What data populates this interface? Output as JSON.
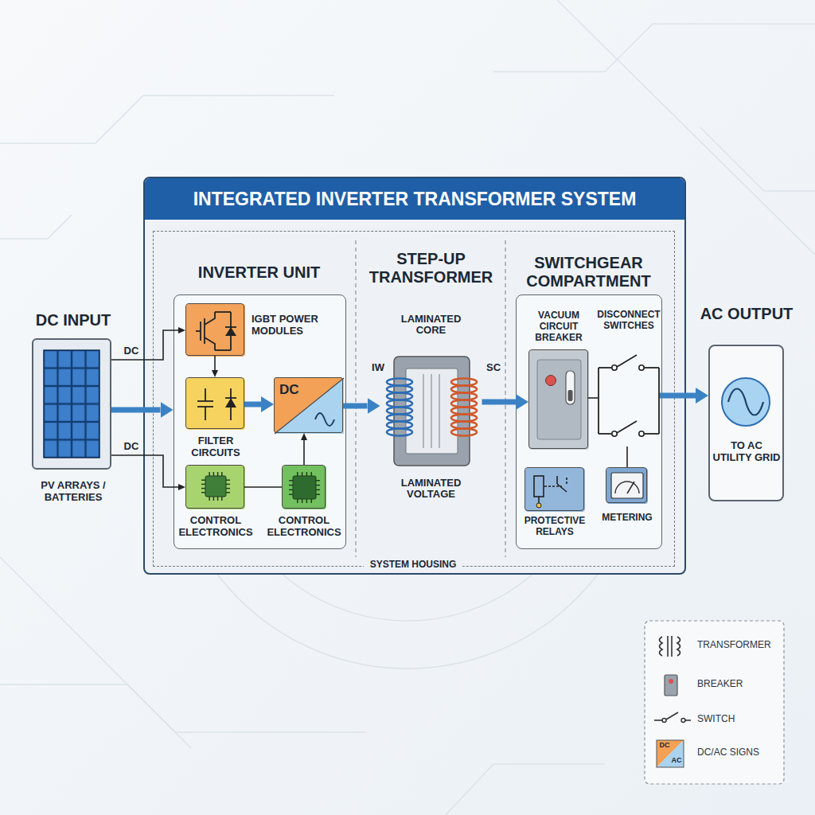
{
  "diagram": {
    "nodes": [
      {
        "text": [
          "DC INPUT",
          "PV ARRAYS / BATTERIES"
        ]
      },
      {
        "text": [
          "INTEGRATED INVERTER TRANSFORMER SYSTEM"
        ]
      },
      {
        "text": [
          "SYSTEM HOUSING"
        ],
        "in": 1
      },
      {
        "text": [
          "INVERTER UNIT"
        ],
        "in": 2
      },
      {
        "text": [
          "IGBT POWER MODULES"
        ],
        "in": 3
      },
      {
        "text": [
          "FILTER CIRCUITS"
        ],
        "in": 3
      },
      {
        "text": [
          "DC"
        ],
        "in": 3
      },
      {
        "text": [
          "CONTROL ELECTRONICS"
        ],
        "in": 3
      },
      {
        "text": [
          "CONTROL ELECTRONICS"
        ],
        "in": 3
      },
      {
        "text": [
          "STEP-UP TRANSFORMER",
          "LAMINATED CORE",
          "LAMINATED VOLTAGE"
        ],
        "in": 2
      },
      {
        "text": [
          "SWITCHGEAR COMPARTMENT"
        ],
        "in": 2
      },
      {
        "text": [
          "VACUUM CIRCUIT BREAKER"
        ],
        "in": 10
      },
      {
        "text": [
          "DISCONNECT SWITCHES"
        ],
        "in": 10
      },
      {
        "text": [
          "PROTECTIVE RELAYS"
        ],
        "in": 10
      },
      {
        "text": [
          "METERING"
        ],
        "in": 10
      },
      {
        "text": [
          "AC OUTPUT",
          "TO AC UTILITY GRID"
        ]
      }
    ],
    "edges": [
      {
        "from": 0,
        "to": 4,
        "arrow": "to",
        "label": "DC"
      },
      {
        "from": 0,
        "to": 7,
        "arrow": "to",
        "label": "DC"
      },
      {
        "from": 0,
        "to": 3,
        "arrow": "to"
      },
      {
        "from": 4,
        "to": 5,
        "arrow": "to"
      },
      {
        "from": 5,
        "to": 6,
        "arrow": "to"
      },
      {
        "from": 7,
        "to": 8,
        "arrow": "none"
      },
      {
        "from": 8,
        "to": 6,
        "arrow": "to"
      },
      {
        "from": 6,
        "to": 9,
        "arrow": "to"
      },
      {
        "from": 9,
        "to": 11,
        "arrow": "to"
      },
      {
        "from": 11,
        "to": 12,
        "arrow": "none"
      },
      {
        "from": 12,
        "to": 15,
        "arrow": "to"
      },
      {
        "from": 14,
        "to": 12,
        "arrow": "none"
      }
    ],
    "labels": [
      "IW",
      "SC",
      "DC",
      "AC"
    ],
    "legend": [
      {
        "text": "TRANSFORMER"
      },
      {
        "text": "BREAKER"
      },
      {
        "text": "SWITCH"
      },
      {
        "text": "DC/AC SIGNS"
      }
    ]
  }
}
